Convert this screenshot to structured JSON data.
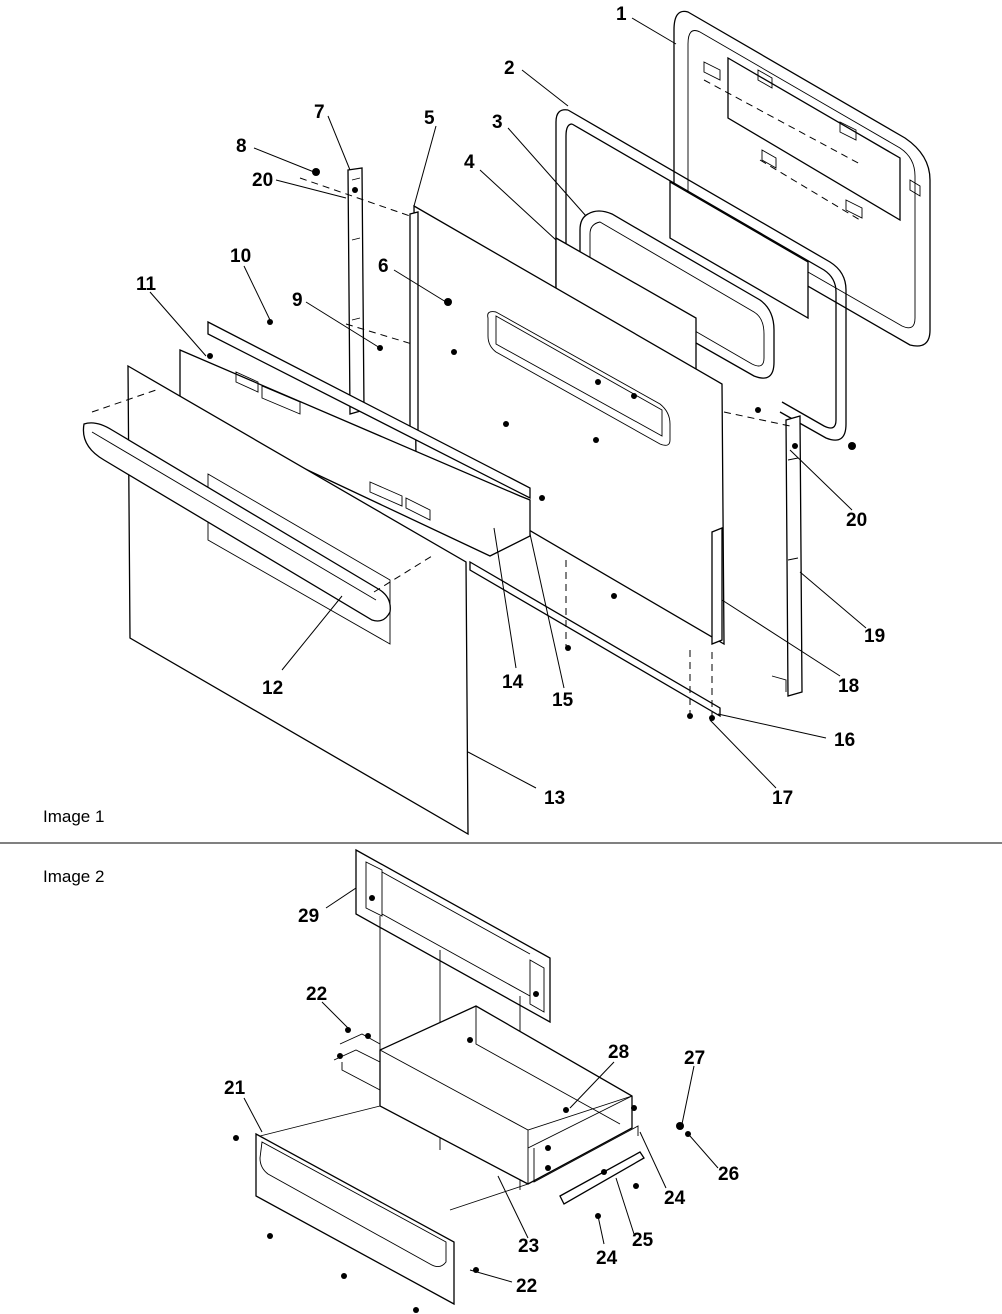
{
  "sections": [
    {
      "caption": "Image 1"
    },
    {
      "caption": "Image 2"
    }
  ],
  "callouts": {
    "c1": "1",
    "c2": "2",
    "c3": "3",
    "c4": "4",
    "c5": "5",
    "c6": "6",
    "c7": "7",
    "c8": "8",
    "c9": "9",
    "c10": "10",
    "c11": "11",
    "c12": "12",
    "c13": "13",
    "c14": "14",
    "c15": "15",
    "c16": "16",
    "c17": "17",
    "c18": "18",
    "c19": "19",
    "c20a": "20",
    "c20b": "20",
    "c21": "21",
    "c22a": "22",
    "c22b": "22",
    "c23": "23",
    "c24a": "24",
    "c24b": "24",
    "c25": "25",
    "c26": "26",
    "c27": "27",
    "c28": "28",
    "c29": "29"
  },
  "colors": {
    "ink": "#000000",
    "paper": "#ffffff"
  }
}
